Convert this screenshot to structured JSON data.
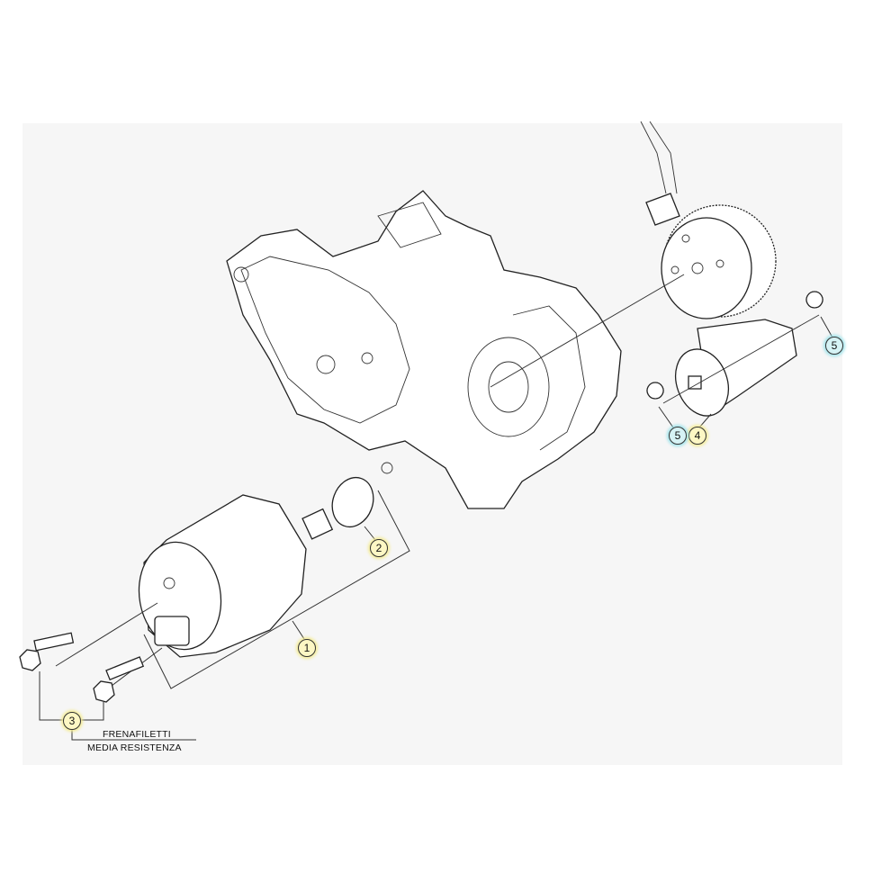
{
  "callouts": [
    {
      "id": "1",
      "label": "1",
      "part": "starter-motor",
      "color": "#fdf7c4"
    },
    {
      "id": "2",
      "label": "2",
      "part": "o-ring",
      "color": "#fdf7c4"
    },
    {
      "id": "3",
      "label": "3",
      "part": "screws",
      "color": "#fdf7c4"
    },
    {
      "id": "4",
      "label": "4",
      "part": "idler-gear",
      "color": "#fdf7c4"
    },
    {
      "id": "5a",
      "label": "5",
      "part": "bushing",
      "color": "#d6f3f5"
    },
    {
      "id": "5b",
      "label": "5",
      "part": "bushing",
      "color": "#d6f3f5"
    }
  ],
  "note": {
    "line1": "FRENAFILETTI",
    "line2": "MEDIA RESISTENZA"
  }
}
